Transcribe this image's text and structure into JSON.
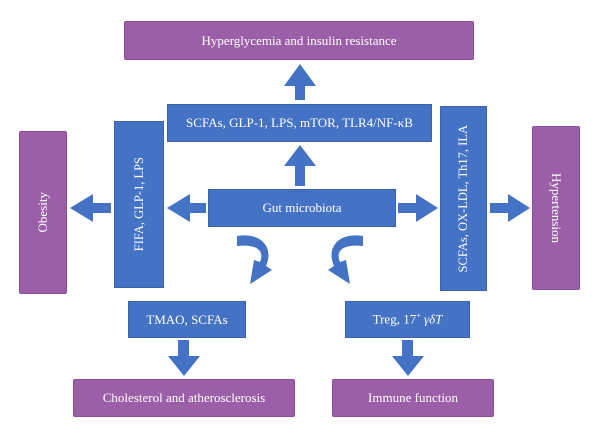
{
  "outcomes": {
    "top": "Hyperglycemia and insulin resistance",
    "left": "Obesity",
    "right": "Hypertension",
    "bottom_left": "Cholesterol and atherosclerosis",
    "bottom_right": "Immune function"
  },
  "mediators": {
    "top": "SCFAs, GLP-1, LPS, mTOR, TLR4/NF-κB",
    "left": "FIFA, GLP-1, LPS",
    "right": "SCFAs, OX-LDL, Th17, ILA",
    "bottom_left": "TMAO, SCFAs",
    "bottom_right_prefix": "Treg, 17",
    "bottom_right_sup": "+",
    "bottom_right_suffix": " γδT"
  },
  "center": "Gut microbiota",
  "colors": {
    "blue": "#4472c4",
    "purple": "#9b5fa8"
  }
}
